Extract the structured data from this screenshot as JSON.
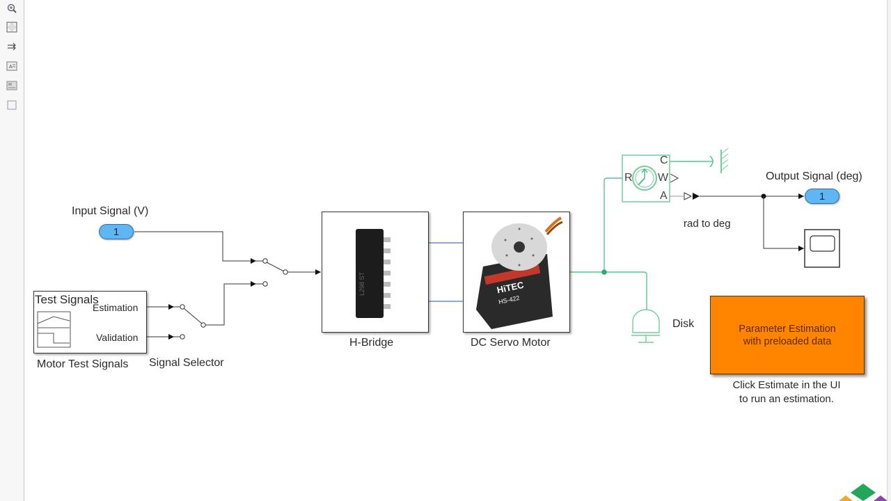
{
  "toolbar": {
    "buttons": [
      {
        "name": "zoom-icon",
        "glyph": "zoom"
      },
      {
        "name": "fit-to-view-icon",
        "glyph": "fit"
      },
      {
        "name": "signal-route-icon",
        "glyph": "route"
      },
      {
        "name": "annotation-icon",
        "glyph": "annotation"
      },
      {
        "name": "image-annotation-icon",
        "glyph": "image"
      },
      {
        "name": "area-icon",
        "glyph": "area"
      }
    ]
  },
  "diagram": {
    "input_port": {
      "label": "Input Signal (V)",
      "number": "1"
    },
    "test_signals": {
      "title": "Test Signals",
      "port1": "Estimation",
      "port2": "Validation",
      "caption": "Motor Test Signals"
    },
    "signal_selector": {
      "caption": "Signal Selector"
    },
    "h_bridge": {
      "caption": "H-Bridge"
    },
    "servo": {
      "caption": "DC Servo Motor",
      "brand": "HiTEC",
      "model": "HS-422"
    },
    "motion_sensor": {
      "port_r": "R",
      "port_c": "C",
      "port_w": "W",
      "port_a": "A"
    },
    "gain": {
      "caption": "rad to deg"
    },
    "output_port": {
      "label": "Output Signal (deg)",
      "number": "1"
    },
    "disk": {
      "caption": "Disk"
    },
    "param_estimation": {
      "line1": "Parameter Estimation",
      "line2": "with preloaded data",
      "note_line1": "Click Estimate in the UI",
      "note_line2": "to run an estimation."
    },
    "colors": {
      "signal_line": "#333333",
      "physical_line": "#5cc48f",
      "electrical_line": "#4a78b8",
      "port_fill": "#5fb6f2",
      "estimation_block": "#ff8400"
    }
  }
}
